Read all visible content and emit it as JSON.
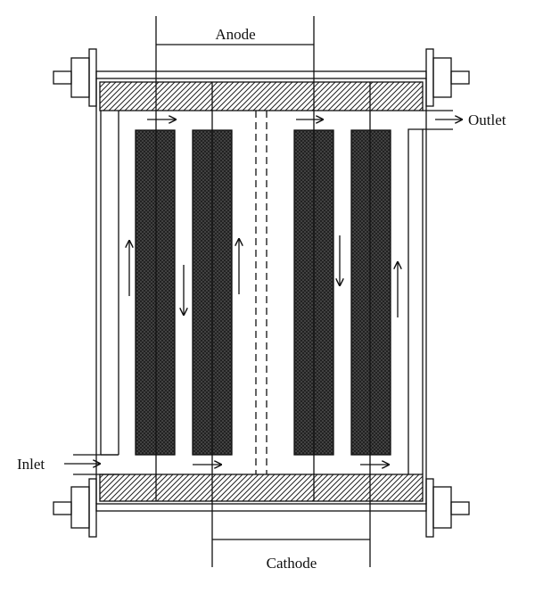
{
  "labels": {
    "anode": "Anode",
    "cathode": "Cathode",
    "inlet": "Inlet",
    "outlet": "Outlet"
  },
  "colors": {
    "stroke": "#111111",
    "electrode_fill": "#3f3f3f",
    "background": "#ffffff"
  }
}
